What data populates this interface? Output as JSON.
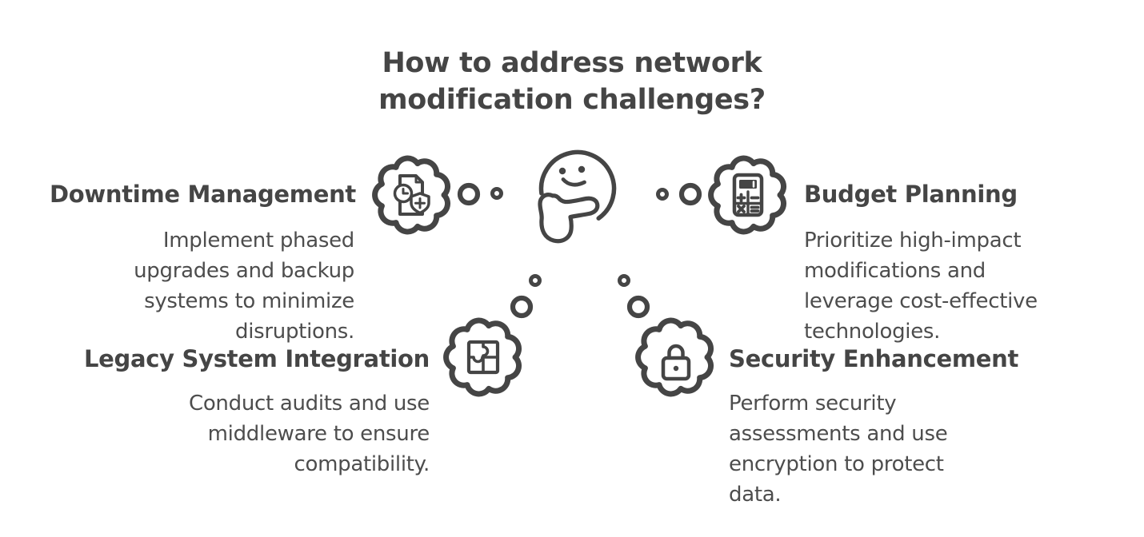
{
  "title": {
    "line1": "How to address network",
    "line2": "modification challenges?"
  },
  "center_figure": "thinking-person-doodle",
  "colors": {
    "ink": "#454545",
    "body_text": "#4d4d4d",
    "background": "#ffffff"
  },
  "sections": [
    {
      "heading": "Downtime Management",
      "icon": "document-clock-shield-icon",
      "position": "top-left",
      "lines": [
        "Implement phased",
        "upgrades and backup",
        "systems to minimize",
        "disruptions."
      ]
    },
    {
      "heading": "Budget Planning",
      "icon": "calculator-icon",
      "position": "top-right",
      "lines": [
        "Prioritize high-impact",
        "modifications and",
        "leverage cost-effective",
        "technologies."
      ]
    },
    {
      "heading": "Legacy System Integration",
      "icon": "puzzle-icon",
      "position": "bottom-left",
      "lines": [
        "Conduct audits and use",
        "middleware to ensure",
        "compatibility."
      ]
    },
    {
      "heading": "Security Enhancement",
      "icon": "padlock-icon",
      "position": "bottom-right",
      "lines": [
        "Perform security",
        "assessments and use",
        "encryption to protect",
        "data."
      ]
    }
  ]
}
